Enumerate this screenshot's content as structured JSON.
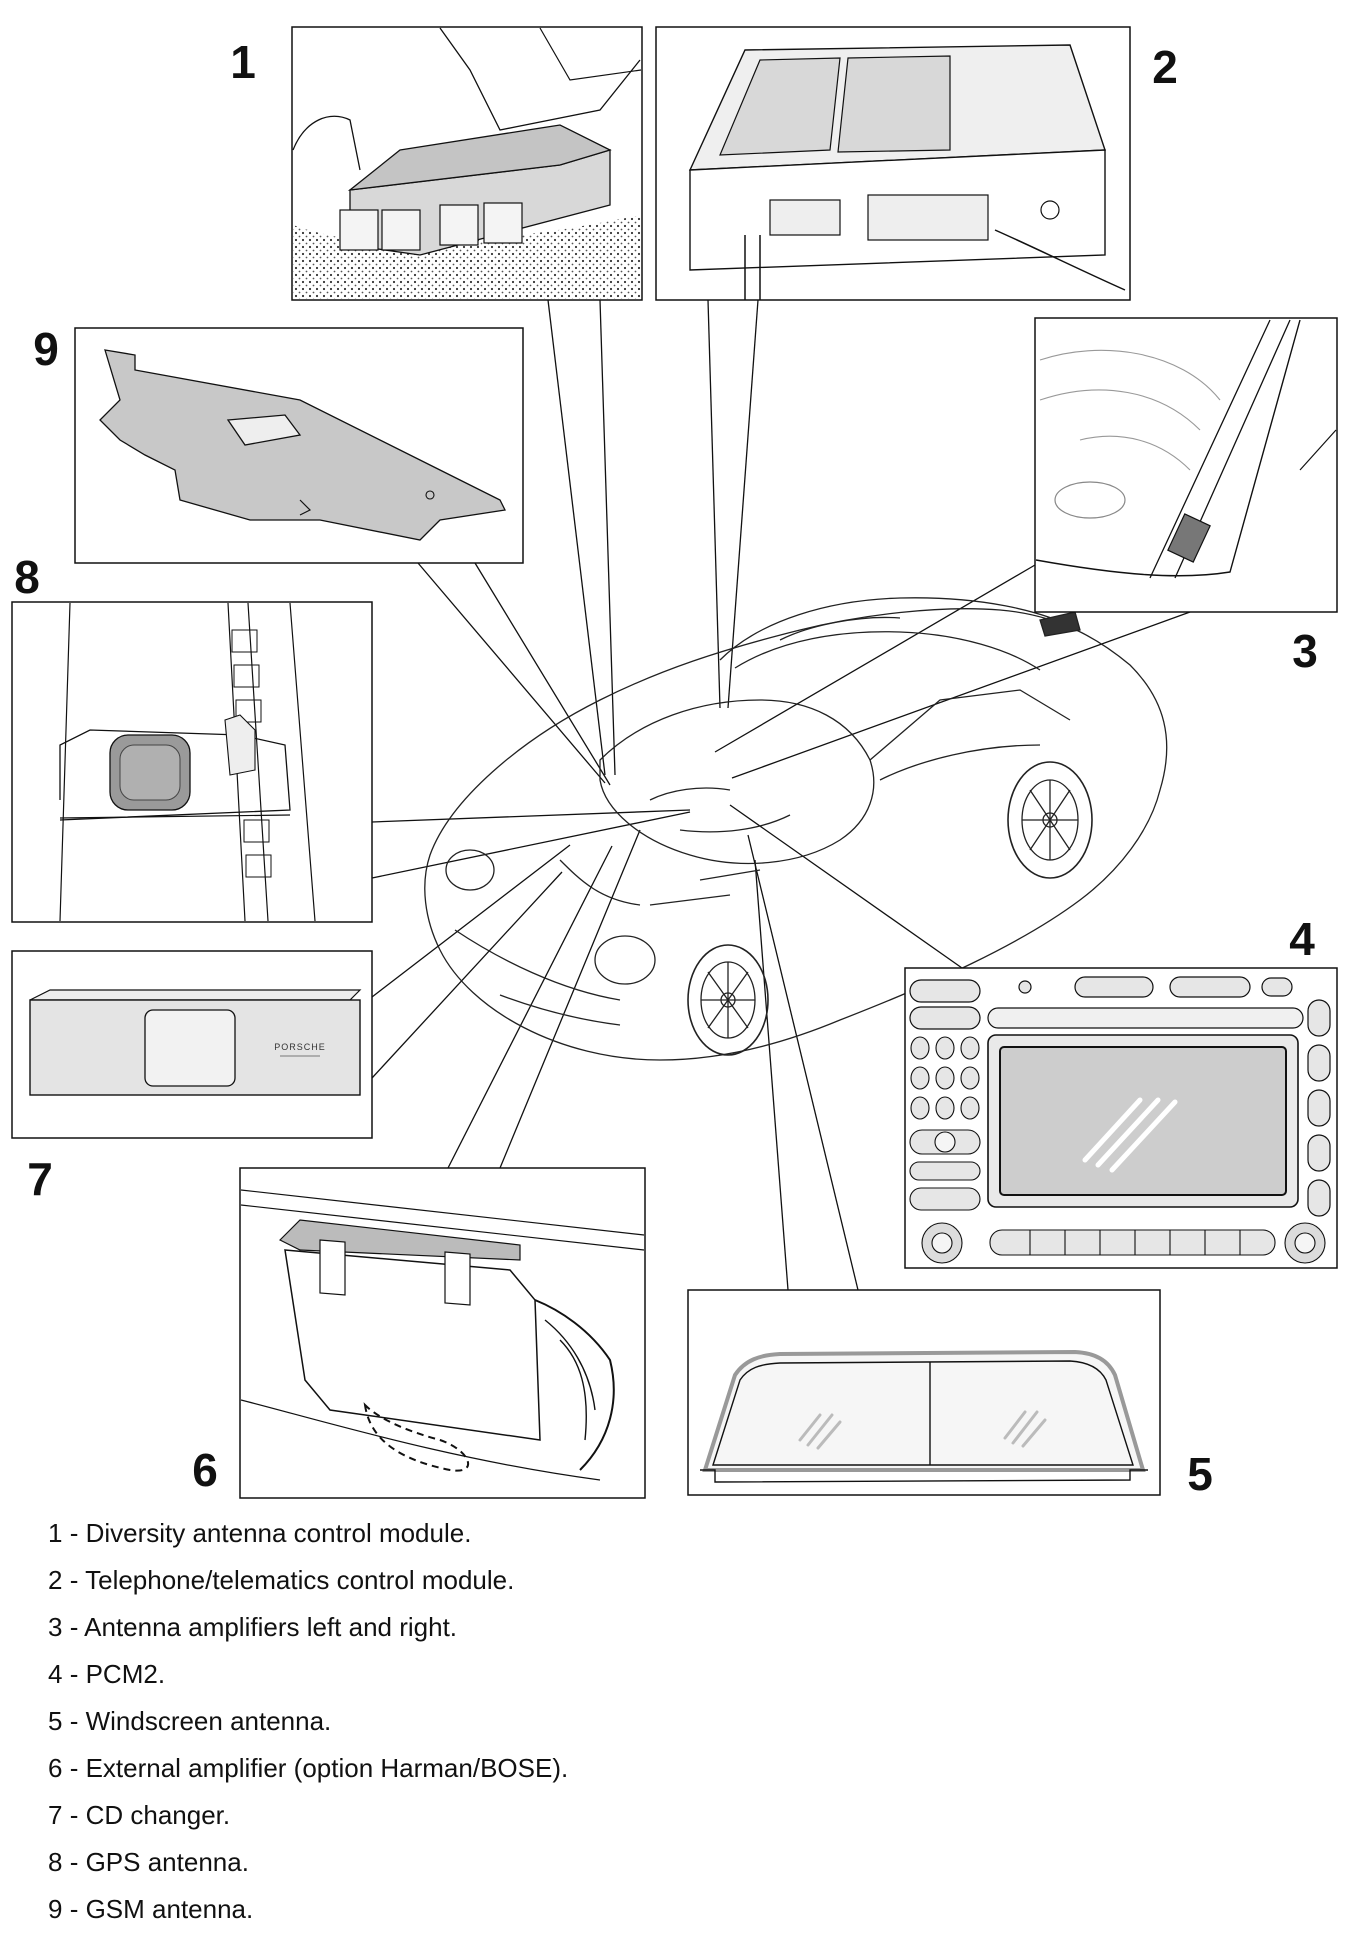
{
  "callouts": {
    "c1": "1",
    "c2": "2",
    "c3": "3",
    "c4": "4",
    "c5": "5",
    "c6": "6",
    "c7": "7",
    "c8": "8",
    "c9": "9"
  },
  "cd_changer": {
    "brand": "PORSCHE"
  },
  "legend": [
    {
      "num": "1",
      "sep": " - ",
      "text": "Diversity antenna control module."
    },
    {
      "num": "2",
      "sep": " - ",
      "text": "Telephone/telematics control module."
    },
    {
      "num": "3",
      "sep": " - ",
      "text": "Antenna amplifiers left and right."
    },
    {
      "num": "4",
      "sep": " - ",
      "text": "PCM2."
    },
    {
      "num": "5",
      "sep": " - ",
      "text": "Windscreen antenna."
    },
    {
      "num": "6",
      "sep": " - ",
      "text": "External amplifier (option Harman/BOSE)."
    },
    {
      "num": "7",
      "sep": " - ",
      "text": "CD changer."
    },
    {
      "num": "8",
      "sep": " - ",
      "text": "GPS antenna."
    },
    {
      "num": "9",
      "sep": " - ",
      "text": "GSM antenna."
    }
  ]
}
